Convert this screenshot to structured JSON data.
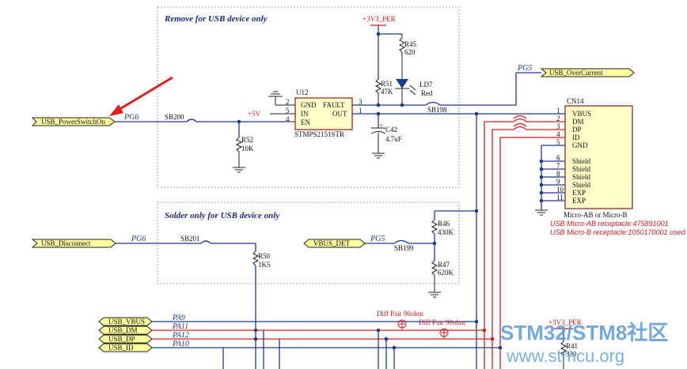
{
  "regions": {
    "remove_box_title": "Remove for USB device only",
    "solder_box_title": "Solder only for USB device only"
  },
  "ports": {
    "usb_powerswitchon": "USB_PowerSwitchOn",
    "usb_overcurrent": "USB_OverCurrent",
    "usb_disconnect": "USB_Disconnect",
    "vbus_det": "VBUS_DET",
    "usb_vbus": "USB_VBUS",
    "usb_dm": "USB_DM",
    "usb_dp": "USB_DP",
    "usb_id": "USB_ID"
  },
  "nets": {
    "pg6_a": "PG6",
    "pg5_a": "PG5",
    "pg6_b": "PG6",
    "pg5_b": "PG5",
    "pa9": "PA9",
    "pa11": "PA11",
    "pa12": "PA12",
    "pa10": "PA10",
    "v33_per_top": "+3V3_PER",
    "v33_per_bottom": "+3V3_PER",
    "plus5v": "+5V"
  },
  "components": {
    "u12": {
      "ref": "U12",
      "part": "STMPS2151STR",
      "pins": {
        "gnd": "GND",
        "in": "IN",
        "en": "EN",
        "fault": "FAULT",
        "out": "OUT"
      },
      "pin_numbers": {
        "p2": "2",
        "p5": "5",
        "p4": "4",
        "p3": "3",
        "p1": "1"
      }
    },
    "r45": {
      "ref": "R45",
      "value": "620"
    },
    "r51": {
      "ref": "R51",
      "value": "47K"
    },
    "r52": {
      "ref": "R52",
      "value": "10K"
    },
    "r46": {
      "ref": "R46",
      "value": "430K"
    },
    "r47": {
      "ref": "R47",
      "value": "620K"
    },
    "r50": {
      "ref": "R50",
      "value": "1K5"
    },
    "r41": {
      "ref": "R41",
      "value": "330"
    },
    "ld7": {
      "ref": "LD7",
      "value": "Red"
    },
    "c42": {
      "ref": "C42",
      "value": "4.7uF",
      "polarity": "+"
    },
    "sb200": "SB200",
    "sb198": "SB198",
    "sb201": "SB201",
    "sb199": "SB199",
    "cn14": {
      "ref": "CN14",
      "part": "Micro-AB or Micro-B",
      "pins": [
        {
          "num": "1",
          "name": "VBUS"
        },
        {
          "num": "2",
          "name": "DM"
        },
        {
          "num": "3",
          "name": "DP"
        },
        {
          "num": "4",
          "name": "ID"
        },
        {
          "num": "5",
          "name": "GND"
        },
        {
          "num": "6",
          "name": "Shield"
        },
        {
          "num": "7",
          "name": "Shield"
        },
        {
          "num": "8",
          "name": "Shield"
        },
        {
          "num": "9",
          "name": "Shield"
        },
        {
          "num": "10",
          "name": "EXP"
        },
        {
          "num": "11",
          "name": "EXP"
        }
      ]
    }
  },
  "notes": {
    "receptacle_ab": "USB Micro-AB receptacle:475891001",
    "receptacle_b": "USB Micro-B receptacle:1050170001 used",
    "diff_pair_1": "Diff Pair 90ohm",
    "diff_pair_2": "Diff Pair 90ohm"
  },
  "watermark": {
    "brand": "STM32/STM8社区",
    "url": "www.stmcu.org"
  },
  "colors": {
    "wire": "#1f3c88",
    "diff_wire": "#d42020",
    "arrow": "#e02020",
    "watermark": "#5a9ad6"
  }
}
